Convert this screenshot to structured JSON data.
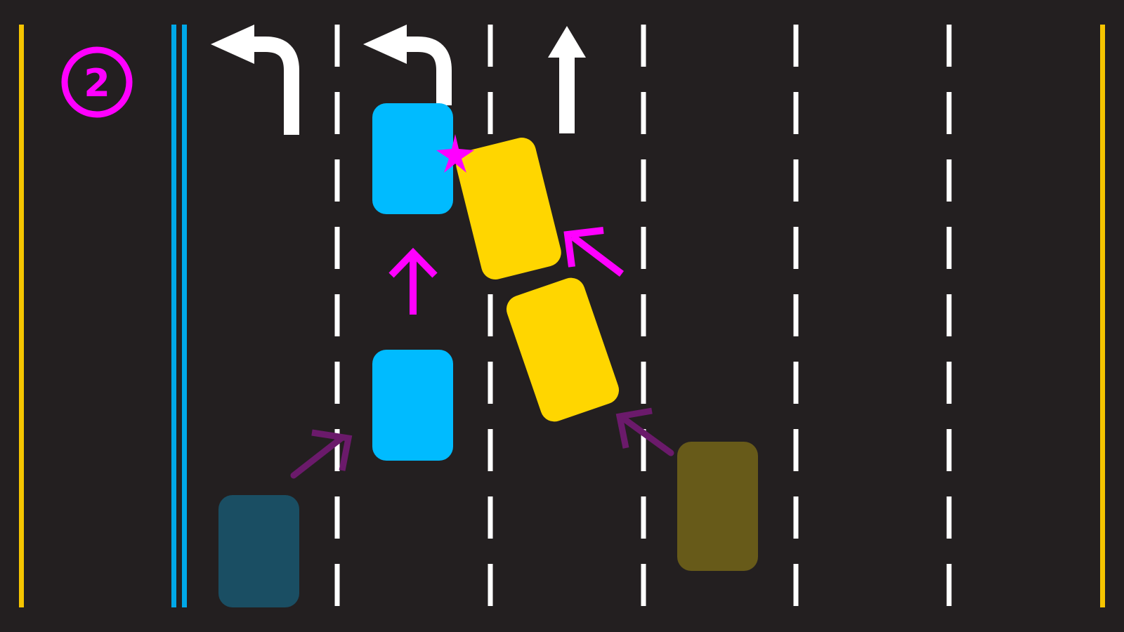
{
  "diagram": {
    "step_marker": "2",
    "colors": {
      "background": "#231f20",
      "edge_line": "#f5c400",
      "divider_line": "#00a8e8",
      "lane_marking": "#ffffff",
      "blue_vehicle": "#00bbff",
      "blue_vehicle_previous": "#1a4e63",
      "yellow_vehicle": "#ffd600",
      "yellow_vehicle_previous": "#675a19",
      "motion_arrow": "#ff00ff",
      "motion_arrow_previous": "#6b1a6b",
      "collision": "#ff00ff"
    },
    "icons": {
      "step_marker": "circled-number-icon",
      "turn_arrows": "left-turn-arrow-icon",
      "straight_arrow": "straight-arrow-icon",
      "collision": "collision-star-icon"
    },
    "lane_arrows": [
      "left-turn",
      "left-turn",
      "straight"
    ]
  }
}
